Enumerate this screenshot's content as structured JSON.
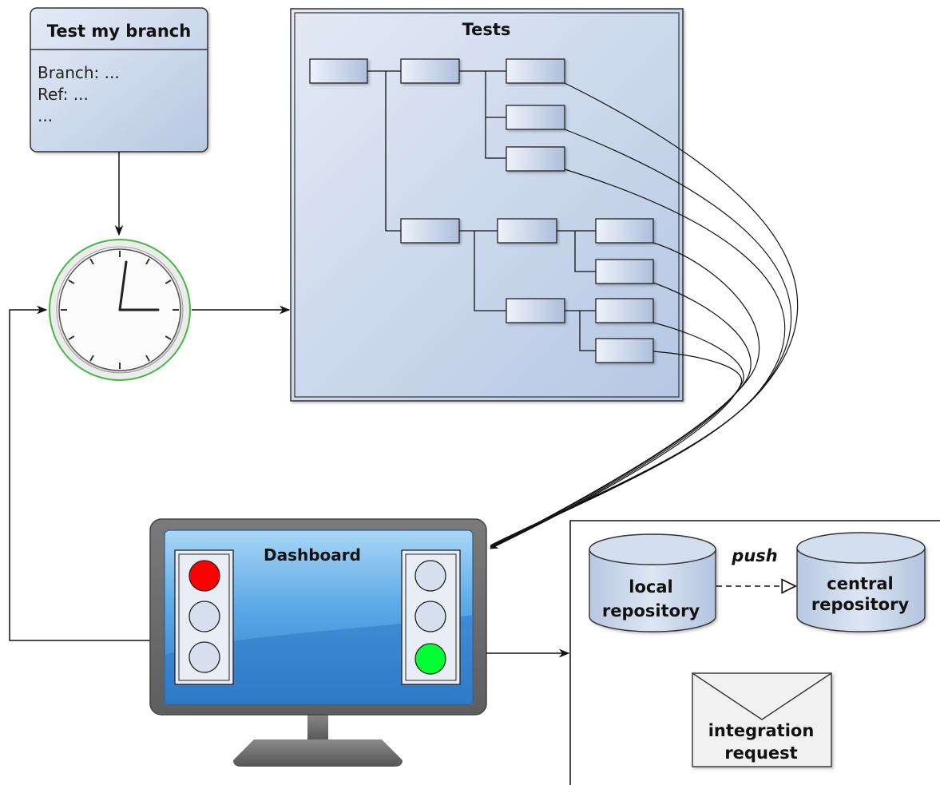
{
  "branch_box": {
    "title": "Test my branch",
    "lines": [
      "Branch: ...",
      "Ref: ...",
      "..."
    ]
  },
  "tests_box": {
    "title": "Tests"
  },
  "dashboard": {
    "title": "Dashboard"
  },
  "local_repo": {
    "line1": "local",
    "line2": "repository"
  },
  "central_repo": {
    "line1": "central",
    "line2": "repository"
  },
  "push_label": "push",
  "integration_request": {
    "line1": "integration",
    "line2": "request"
  },
  "colors": {
    "box_fill": "#c9d6ea",
    "red_light": "#ff0000",
    "green_light": "#00ff33",
    "screen_blue": "#3f8fd8",
    "clock_ring": "#44b844"
  }
}
